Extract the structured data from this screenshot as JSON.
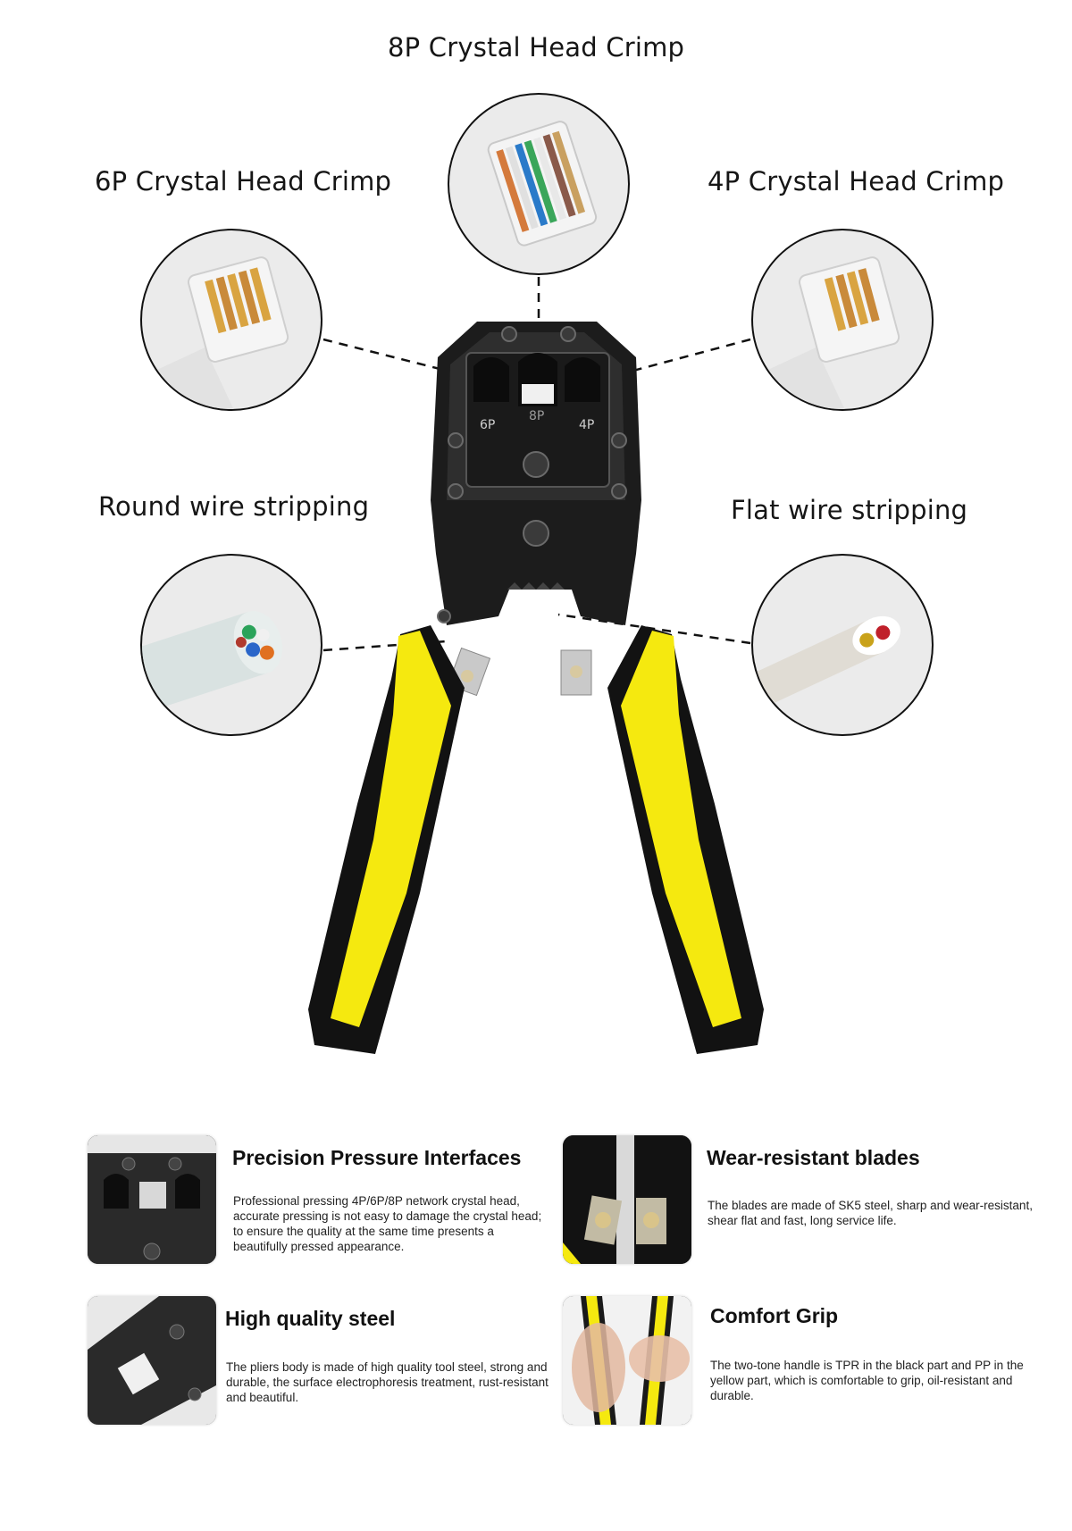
{
  "callouts": {
    "crimp_8p": "8P Crystal Head Crimp",
    "crimp_6p": "6P Crystal Head Crimp",
    "crimp_4p": "4P Crystal Head Crimp",
    "round_strip": "Round wire stripping",
    "flat_strip": "Flat wire stripping"
  },
  "tool": {
    "die_labels": [
      "6P",
      "8P",
      "4P"
    ],
    "colors": {
      "body": "#1a1a1a",
      "handle_yellow": "#f5e90f",
      "handle_black": "#121212"
    }
  },
  "features": [
    {
      "title": "Precision Pressure Interfaces",
      "description": "Professional pressing 4P/6P/8P network crystal head, accurate pressing is not easy to damage the crystal head; to ensure the quality at the same time presents a beautifully pressed appearance."
    },
    {
      "title": "Wear-resistant blades",
      "description": "The blades are made of SK5 steel, sharp and wear-resistant, shear flat and fast, long service life."
    },
    {
      "title": "High quality steel",
      "description": "The pliers body is made of high quality tool steel, strong and durable, the surface electrophoresis treatment, rust-resistant and beautiful."
    },
    {
      "title": "Comfort Grip",
      "description": "The two-tone handle is TPR in the black part and PP in the yellow part, which is comfortable to grip, oil-resistant and durable."
    }
  ]
}
